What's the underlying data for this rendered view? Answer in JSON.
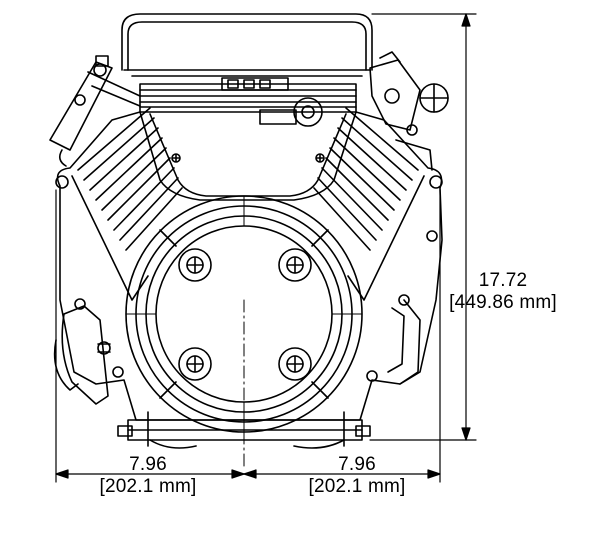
{
  "dimensions": {
    "height": {
      "value": "17.72",
      "metric": "[449.86 mm]"
    },
    "left_width": {
      "value": "7.96",
      "metric": "[202.1 mm]"
    },
    "right_width": {
      "value": "7.96",
      "metric": "[202.1 mm]"
    }
  },
  "colors": {
    "line": "#000000",
    "background": "#ffffff"
  }
}
